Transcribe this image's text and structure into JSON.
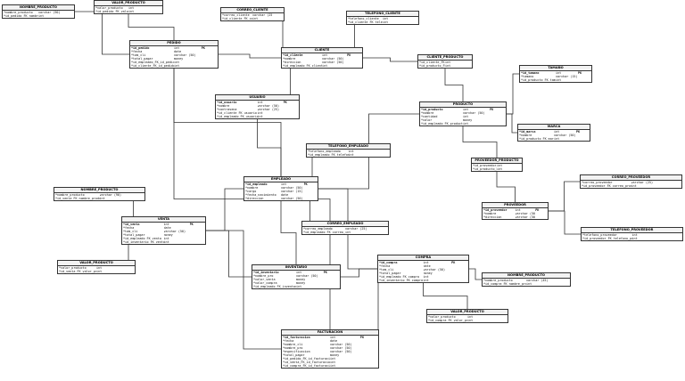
{
  "entities": [
    {
      "id": "nombre_producto_1",
      "title": "NOMBRE_PRODUCTO",
      "rows": [
        {
          "n": "*nombre_producto",
          "t": "varchar (90)",
          "k": ""
        },
        {
          "n": "*id_pedido FK nombre_pedido",
          "t": "int",
          "k": ""
        }
      ]
    },
    {
      "id": "valor_producto_1",
      "title": "VALOR_PRODUCTO",
      "rows": [
        {
          "n": "*valor_producto",
          "t": "int",
          "k": ""
        },
        {
          "n": "*id_pedido FK valor_producto",
          "t": "int",
          "k": ""
        }
      ]
    },
    {
      "id": "correo_cliente",
      "title": "CORREO_CLIENTE",
      "rows": [
        {
          "n": "*correo_cliente",
          "t": "varchar (25)",
          "k": ""
        },
        {
          "n": "*id_cliente FK correo_cliente",
          "t": "int",
          "k": ""
        }
      ]
    },
    {
      "id": "telefono_cliente",
      "title": "TELEFONO_CLIENTE",
      "rows": [
        {
          "n": "*telefono_cliente",
          "t": "int",
          "k": ""
        },
        {
          "n": "*id_cliente FK telefono_cliente",
          "t": "int",
          "k": ""
        }
      ]
    },
    {
      "id": "pedido",
      "title": "PEDIDO",
      "rows": [
        {
          "n": "*id_pedido",
          "t": "int",
          "k": "PK"
        },
        {
          "n": "*fecha",
          "t": "date",
          "k": ""
        },
        {
          "n": "*tam_cli",
          "t": "varchar (50)",
          "k": ""
        },
        {
          "n": "*total_pagar",
          "t": "money",
          "k": ""
        },
        {
          "n": "*id_empleado_FK_id_pedido",
          "t": "int",
          "k": ""
        },
        {
          "n": "*id_cliente_FK_id_pedido",
          "t": "int",
          "k": ""
        }
      ]
    },
    {
      "id": "cliente",
      "title": "CLIENTE",
      "rows": [
        {
          "n": "*id_cliente",
          "t": "int",
          "k": "PK"
        },
        {
          "n": "*nombre",
          "t": "varchar (50)",
          "k": ""
        },
        {
          "n": "*direccion",
          "t": "varchar (50)",
          "k": ""
        },
        {
          "n": "*id_empleado FK cliente",
          "t": "int",
          "k": ""
        }
      ]
    },
    {
      "id": "cliente_producto",
      "title": "CLIENTE_PRODUCTO",
      "rows": [
        {
          "n": "*id_cliente_FK",
          "t": "int",
          "k": ""
        },
        {
          "n": "*id_producto_FK",
          "t": "int",
          "k": ""
        }
      ]
    },
    {
      "id": "tamano",
      "title": "TAMAÑO",
      "rows": [
        {
          "n": "*id_tamano",
          "t": "int",
          "k": "PK"
        },
        {
          "n": "*tamano",
          "t": "varchar (15)",
          "k": ""
        },
        {
          "n": "*id_producto FK tamano",
          "t": "int",
          "k": ""
        }
      ]
    },
    {
      "id": "usuario",
      "title": "USUARIO",
      "rows": [
        {
          "n": "*id_usuario",
          "t": "int",
          "k": "PK"
        },
        {
          "n": "*nombre",
          "t": "varchar (50)",
          "k": ""
        },
        {
          "n": "*contrasena",
          "t": "varchar (25)",
          "k": ""
        },
        {
          "n": "*id_cliente FK usuario",
          "t": "int",
          "k": ""
        },
        {
          "n": "*id_empleado FK usuario",
          "t": "int",
          "k": ""
        }
      ]
    },
    {
      "id": "producto",
      "title": "PRODUCTO",
      "rows": [
        {
          "n": "*id_producto",
          "t": "int",
          "k": "PK"
        },
        {
          "n": "*nombre",
          "t": "varchar (50)",
          "k": ""
        },
        {
          "n": "*cantidad",
          "t": "int",
          "k": ""
        },
        {
          "n": "*valor",
          "t": "money",
          "k": ""
        },
        {
          "n": "*id_empleado FK producto",
          "t": "int",
          "k": ""
        }
      ]
    },
    {
      "id": "marca",
      "title": "MARCA",
      "rows": [
        {
          "n": "*id_marca",
          "t": "int",
          "k": "PK"
        },
        {
          "n": "*nombre",
          "t": "varchar (50)",
          "k": ""
        },
        {
          "n": "*id_producto FK marca",
          "t": "int",
          "k": ""
        }
      ]
    },
    {
      "id": "telefono_empleado",
      "title": "TELEFONO_EMPLEADO",
      "rows": [
        {
          "n": "*telefono_empleado",
          "t": "int",
          "k": ""
        },
        {
          "n": "*id_empleado FK telefono_empleado",
          "t": "int",
          "k": ""
        }
      ]
    },
    {
      "id": "proveedor_producto",
      "title": "PROVEEDOR_PRODUCTO",
      "rows": [
        {
          "n": "*id_proveedor_FK",
          "t": "int",
          "k": ""
        },
        {
          "n": "*id_producto_FK",
          "t": "int",
          "k": ""
        }
      ]
    },
    {
      "id": "empleado",
      "title": "EMPLEADO",
      "rows": [
        {
          "n": "*id_empleado",
          "t": "int",
          "k": "PK"
        },
        {
          "n": "*nombre",
          "t": "varchar (50)",
          "k": ""
        },
        {
          "n": "*cargo",
          "t": "varchar (15)",
          "k": ""
        },
        {
          "n": "*fecha_nacimiento",
          "t": "date",
          "k": ""
        },
        {
          "n": "*direccion",
          "t": "varchar (50)",
          "k": ""
        }
      ]
    },
    {
      "id": "nombre_producto_2",
      "title": "NOMBRE_PRODUCTO",
      "rows": [
        {
          "n": "*nombre_producto",
          "t": "varchar (90)",
          "k": ""
        },
        {
          "n": "*id_venta FK nombre_producto",
          "t": "int",
          "k": ""
        }
      ]
    },
    {
      "id": "correo_proveedor",
      "title": "CORREO_PROVEEDOR",
      "rows": [
        {
          "n": "*correo_proveedor",
          "t": "varchar (25)",
          "k": ""
        },
        {
          "n": "*id_proveedor FK correo_proveedor",
          "t": "int",
          "k": ""
        }
      ]
    },
    {
      "id": "proveedor",
      "title": "PROVEEDOR",
      "rows": [
        {
          "n": "*id_proveedor",
          "t": "int",
          "k": "PK"
        },
        {
          "n": "*nombre",
          "t": "varchar (50)",
          "k": ""
        },
        {
          "n": "*direccion",
          "t": "varchar (50)",
          "k": ""
        }
      ]
    },
    {
      "id": "venta",
      "title": "VENTA",
      "rows": [
        {
          "n": "*id_venta",
          "t": "int",
          "k": "PK"
        },
        {
          "n": "*fecha",
          "t": "date",
          "k": ""
        },
        {
          "n": "*tam_cli",
          "t": "varchar (50)",
          "k": ""
        },
        {
          "n": "*total_pagar",
          "t": "money",
          "k": ""
        },
        {
          "n": "*id_empleado FK venta",
          "t": "int",
          "k": ""
        },
        {
          "n": "*id_inventario FK venta",
          "t": "int",
          "k": ""
        }
      ]
    },
    {
      "id": "correo_empleado",
      "title": "CORREO_EMPLEADO",
      "rows": [
        {
          "n": "*correo_empleado",
          "t": "varchar (25)",
          "k": ""
        },
        {
          "n": "*id_empleado FK correo_empleado",
          "t": "int",
          "k": ""
        }
      ]
    },
    {
      "id": "telefono_proveedor",
      "title": "TELEFONO_PROVEEDOR",
      "rows": [
        {
          "n": "*telefono_proveedor",
          "t": "int",
          "k": ""
        },
        {
          "n": "*id_proveedor FK telefono_proveedor",
          "t": "int",
          "k": ""
        }
      ]
    },
    {
      "id": "valor_producto_2",
      "title": "VALOR_PRODUCTO",
      "rows": [
        {
          "n": "*valor_producto",
          "t": "int",
          "k": ""
        },
        {
          "n": "*id_venta FK valor_producto",
          "t": "int",
          "k": ""
        }
      ]
    },
    {
      "id": "inventario",
      "title": "INVENTARIO",
      "rows": [
        {
          "n": "*id_inventario",
          "t": "int",
          "k": "PK"
        },
        {
          "n": "*nombre_pro",
          "t": "varchar (50)",
          "k": ""
        },
        {
          "n": "*valor_venta",
          "t": "money",
          "k": ""
        },
        {
          "n": "*valor_compra",
          "t": "money",
          "k": ""
        },
        {
          "n": "*id_empleado FK inventario",
          "t": "int",
          "k": ""
        }
      ]
    },
    {
      "id": "compra",
      "title": "COMPRA",
      "rows": [
        {
          "n": "*id_compra",
          "t": "int",
          "k": "PK"
        },
        {
          "n": "*fecha",
          "t": "date",
          "k": ""
        },
        {
          "n": "*tam_cli",
          "t": "varchar (50)",
          "k": ""
        },
        {
          "n": "*total_pagar",
          "t": "money",
          "k": ""
        },
        {
          "n": "*id_empleado FK compra",
          "t": "int",
          "k": ""
        },
        {
          "n": "*id_inventario FK compra",
          "t": "int",
          "k": ""
        }
      ]
    },
    {
      "id": "nombre_producto_3",
      "title": "NOMBRE_PRODUCTO",
      "rows": [
        {
          "n": "*nombre_producto",
          "t": "varchar (45)",
          "k": ""
        },
        {
          "n": "*id_compra FK nombre_producto",
          "t": "int",
          "k": ""
        }
      ]
    },
    {
      "id": "valor_producto_3",
      "title": "VALOR_PRODUCTO",
      "rows": [
        {
          "n": "*valor_producto",
          "t": "int",
          "k": ""
        },
        {
          "n": "*id_compra FK valor_producto",
          "t": "int",
          "k": ""
        }
      ]
    },
    {
      "id": "facturacion",
      "title": "FACTURACION",
      "rows": [
        {
          "n": "*id_facturacion",
          "t": "int",
          "k": "PK"
        },
        {
          "n": "*fecha",
          "t": "date",
          "k": ""
        },
        {
          "n": "*nombre_cli",
          "t": "varchar (50)",
          "k": ""
        },
        {
          "n": "*nombre_pro",
          "t": "varchar (50)",
          "k": ""
        },
        {
          "n": "*especificacion",
          "t": "varchar (50)",
          "k": ""
        },
        {
          "n": "*total_pagar",
          "t": "money",
          "k": ""
        },
        {
          "n": "*id_pedido_FK_id_facturacion",
          "t": "int",
          "k": ""
        },
        {
          "n": "*id_venta_FK_id_facturacion",
          "t": "int",
          "k": ""
        },
        {
          "n": "*id_compra_FK_id_facturacion",
          "t": "int",
          "k": ""
        }
      ]
    }
  ],
  "relations": [
    [
      "nombre_producto_1",
      "pedido"
    ],
    [
      "valor_producto_1",
      "pedido"
    ],
    [
      "pedido",
      "cliente"
    ],
    [
      "correo_cliente",
      "cliente"
    ],
    [
      "telefono_cliente",
      "cliente"
    ],
    [
      "cliente",
      "cliente_producto"
    ],
    [
      "cliente_producto",
      "producto"
    ],
    [
      "tamano",
      "producto"
    ],
    [
      "marca",
      "producto"
    ],
    [
      "producto",
      "proveedor_producto"
    ],
    [
      "proveedor_producto",
      "proveedor"
    ],
    [
      "correo_proveedor",
      "proveedor"
    ],
    [
      "telefono_proveedor",
      "proveedor"
    ],
    [
      "usuario",
      "cliente"
    ],
    [
      "usuario",
      "empleado"
    ],
    [
      "telefono_empleado",
      "empleado"
    ],
    [
      "correo_empleado",
      "empleado"
    ],
    [
      "empleado",
      "producto"
    ],
    [
      "empleado",
      "pedido"
    ],
    [
      "empleado",
      "venta"
    ],
    [
      "empleado",
      "inventario"
    ],
    [
      "empleado",
      "compra"
    ],
    [
      "nombre_producto_2",
      "venta"
    ],
    [
      "valor_producto_2",
      "venta"
    ],
    [
      "venta",
      "inventario"
    ],
    [
      "inventario",
      "compra"
    ],
    [
      "nombre_producto_3",
      "compra"
    ],
    [
      "valor_producto_3",
      "compra"
    ],
    [
      "compra",
      "facturacion"
    ],
    [
      "venta",
      "facturacion"
    ],
    [
      "pedido",
      "facturacion"
    ]
  ]
}
